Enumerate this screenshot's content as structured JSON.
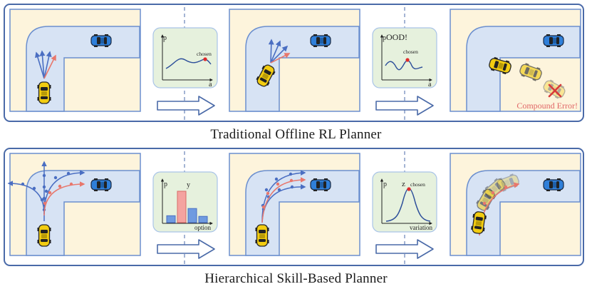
{
  "colors": {
    "panel_border": "#4a6aa8",
    "map_background": "#fdf4dc",
    "road": "#d7e3f4",
    "road_edge": "#6b8fcf",
    "plot_background": "#e6f1dd",
    "trajectory_blue": "#4a6ec2",
    "trajectory_red": "#e8776c",
    "chosen_marker": "#e02a2a",
    "error_text": "#e06666"
  },
  "top_row": {
    "caption": "Traditional Offline RL Planner",
    "plot1": {
      "y_axis": "p",
      "x_axis": "a",
      "point_label": "chosen"
    },
    "plot2": {
      "y_axis": "p",
      "x_axis": "a",
      "point_label": "chosen",
      "warning": "OOD!"
    },
    "error_label": "Compound Error!"
  },
  "bottom_row": {
    "caption": "Hierarchical Skill-Based Planner",
    "plot1": {
      "y_axis": "p",
      "x_axis": "option",
      "highlight_label": "y",
      "bar_values": [
        0.22,
        1.0,
        0.45,
        0.2
      ]
    },
    "plot2": {
      "y_axis": "p",
      "x_axis": "variation",
      "peak_label": "z",
      "point_label": "chosen"
    }
  },
  "icons": [
    "yellow-car-icon",
    "blue-car-icon",
    "right-arrow-icon",
    "red-x-icon"
  ]
}
